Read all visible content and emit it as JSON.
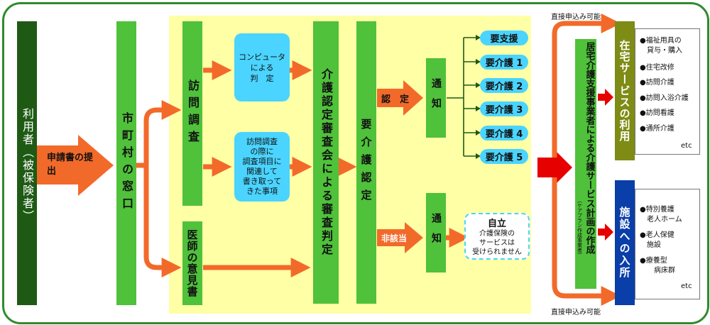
{
  "user": "利用者（被保険者）",
  "application": "申請書の提　出",
  "municipality": "市町村の窓口",
  "home_visit": "訪問調査",
  "doctor_opinion": "医師の意見書",
  "computer_judgment": "コンピュータ\nによる\n判　定",
  "recorded_items": "訪問調査\nの際に\n調査項目に\n関連して\n書き取って\nきた事項",
  "review_board": "介護認定審査会による審査判定",
  "care_certification": "要介護認定",
  "certified": "認　定",
  "not_applicable": "非該当",
  "notice_top": "通知",
  "notice_bottom": "通知",
  "levels": [
    "要支援",
    "要介護 1",
    "要介護 2",
    "要介護 3",
    "要介護 4",
    "要介護 5"
  ],
  "self_reliant": {
    "title": "自立",
    "note": "介護保険の\nサービスは\n受けられません"
  },
  "care_plan": "居宅介護支援事業者による介護サービス計画の作成",
  "care_plan_sub": "（ケアプラン作成事業者）",
  "direct_top": "直接申込み可能",
  "direct_bottom": "直接申込み可能",
  "home_services": {
    "title": "在宅サービスの利用",
    "items": [
      "●福祉用具の\n　貸与・購入",
      "●住宅改修",
      "●訪問介護",
      "●訪問入浴介護",
      "●訪問看護",
      "●通所介護"
    ],
    "etc": "etc"
  },
  "facility": {
    "title": "施設への入所",
    "items": [
      "●特別養護\n　老人ホーム",
      "●老人保健\n　施設",
      "●療養型\n　　病床群"
    ],
    "etc": "etc"
  },
  "colors": {
    "frame": "#2e8b2e",
    "dark_green": "#1e5a14",
    "green": "#4fc13a",
    "yellow": "#ffffa6",
    "cyan": "#4ad4ff",
    "arrow_orange": "#f26a2a",
    "arrow_red": "#e60000",
    "olive": "#7e8b14",
    "navy": "#0a3ea8"
  }
}
